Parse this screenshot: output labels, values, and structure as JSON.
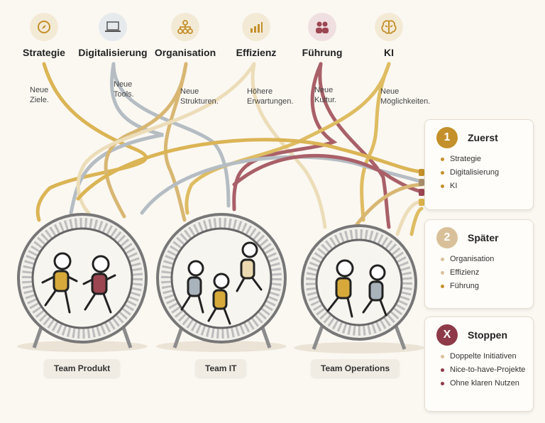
{
  "colors": {
    "strategy": "#d6a93a",
    "digital": "#a9b3bb",
    "organisation": "#d3ac5d",
    "efficiency": "#ead9b0",
    "leadership": "#9b4651",
    "ai": "#d9b24a",
    "panel_now": "#c4902b",
    "panel_later": "#d8c19a",
    "panel_stop": "#8e3a48"
  },
  "topics": [
    {
      "label": "Strategie",
      "icon": "compass-icon",
      "note": "Neue\nZiele."
    },
    {
      "label": "Digitalisierung",
      "icon": "laptop-icon",
      "note": "Neue\nTools."
    },
    {
      "label": "Organisation",
      "icon": "org-chart-icon",
      "note": "Neue\nStrukturen."
    },
    {
      "label": "Effizienz",
      "icon": "bar-chart-icon",
      "note": "Höhere\nErwartungen."
    },
    {
      "label": "Führung",
      "icon": "people-icon",
      "note": "Neue\nKultur."
    },
    {
      "label": "KI",
      "icon": "brain-icon",
      "note": "Neue\nMöglichkeiten."
    }
  ],
  "teams": [
    "Team Produkt",
    "Team IT",
    "Team Operations"
  ],
  "panels": [
    {
      "num": "1",
      "title": "Zuerst",
      "items": [
        "Strategie",
        "Digitalisierung",
        "KI"
      ]
    },
    {
      "num": "2",
      "title": "Später",
      "items": [
        "Organisation",
        "Effizienz",
        "Führung"
      ]
    },
    {
      "num": "X",
      "title": "Stoppen",
      "items": [
        "Doppelte Initiativen",
        "Nice-to-have-Projekte",
        "Ohne klaren Nutzen"
      ]
    }
  ]
}
